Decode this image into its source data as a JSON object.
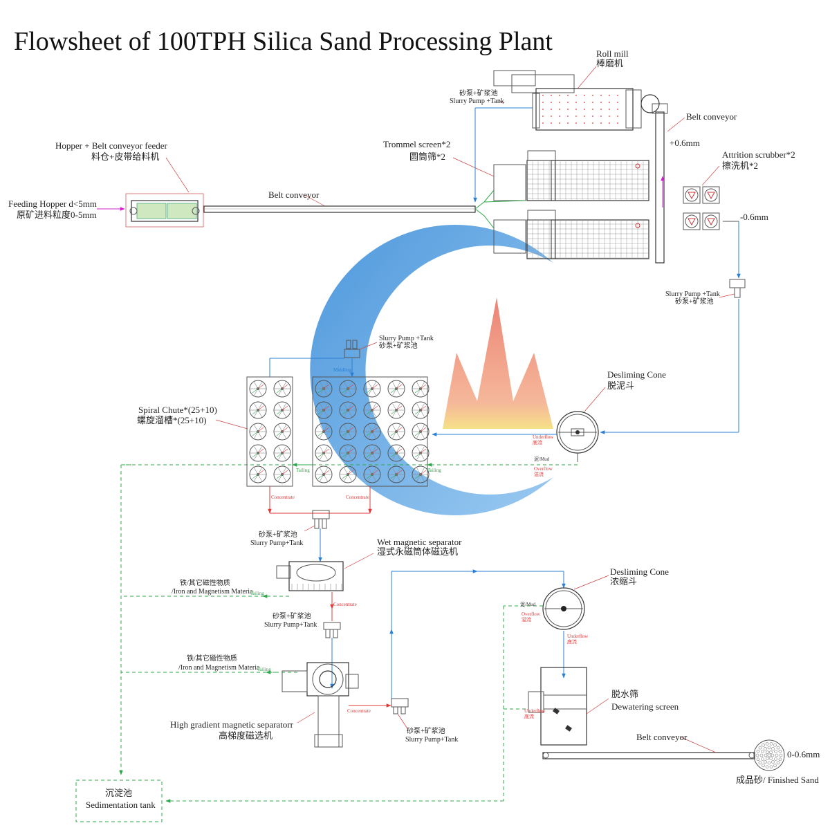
{
  "title": "Flowsheet of 100TPH Silica Sand Processing Plant",
  "equipment": {
    "roll_mill_en": "Roll mill",
    "roll_mill_cn": "棒磨机",
    "mill_pump_cn": "砂泵+矿浆池",
    "mill_pump_en": "Slurry Pump +Tank",
    "belt_conveyor_right": "Belt conveyor",
    "plus_06": "+0.6mm",
    "hopper_en": "Hopper + Belt conveyor feeder",
    "hopper_cn": "料仓+皮带给料机",
    "trommel_en": "Trommel screen*2",
    "trommel_cn": "圆筒筛*2",
    "attrition_en": "Attrition scrubber*2",
    "attrition_cn": "擦洗机*2",
    "feeding_en": "Feeding Hopper d<5mm",
    "feeding_cn": "原矿进料粒度0-5mm",
    "belt_conveyor_top": "Belt conveyor",
    "minus_06": "-0.6mm",
    "pump3_en": "Slurry Pump +Tank",
    "pump3_cn": "砂泵+矿浆池",
    "pump2_en": "Slurry Pump +Tank",
    "pump2_cn": "砂泵+矿浆池",
    "middling": "Middling",
    "desliming1_en": "Desliming Cone",
    "desliming1_cn": "脱泥斗",
    "spiral_en": "Spiral Chute*(25+10)",
    "spiral_cn": "螺旋溜槽*(25+10)",
    "underflow_en": "Underflow",
    "underflow_cn": "底流",
    "mud_label": "泥/Mud",
    "overflow_en": "Overflow",
    "overflow_cn": "溢流",
    "tailing": "Tailing",
    "concentrate": "Concentrate",
    "pump4_cn": "砂泵+矿浆池",
    "pump4_en": "Slurry Pump+Tank",
    "wms_en": "Wet magnetic separator",
    "wms_cn": "湿式永磁筒体磁选机",
    "iron1_cn": "铁/其它磁性物质",
    "iron1_en": "/Iron and Magnetism Materia",
    "desliming2_en": "Desliming Cone",
    "desliming2_cn": "浓缩斗",
    "pump5_cn": "砂泵+矿浆池",
    "pump5_en": "Slurry Pump+Tank",
    "iron2_cn": "铁/其它磁性物质",
    "iron2_en": "/Iron and Magnetism Materia",
    "dewater_cn": "脱水筛",
    "dewater_en": "Dewatering screen",
    "hgms_en": "High gradient magnetic separatorr",
    "hgms_cn": "高梯度磁选机",
    "pump6_cn": "砂泵+矿浆池",
    "pump6_en": "Slurry Pump+Tank",
    "belt_conveyor_bottom": "Belt conveyor",
    "product_size": "0-0.6mm",
    "finished_sand": "成品砂/ Finished Sand",
    "sed_cn": "沉淀池",
    "sed_en": "Sedimentation tank"
  },
  "colors": {
    "slurry_flow": "#2a7fd4",
    "tailing_flow": "#2ea84a",
    "concentrate_flow": "#e03a3a",
    "feed_arrow": "#d020d0",
    "watermark_blue": "#2f86d6",
    "watermark_red": "#e65c4a",
    "watermark_yellow": "#f3d65a"
  }
}
